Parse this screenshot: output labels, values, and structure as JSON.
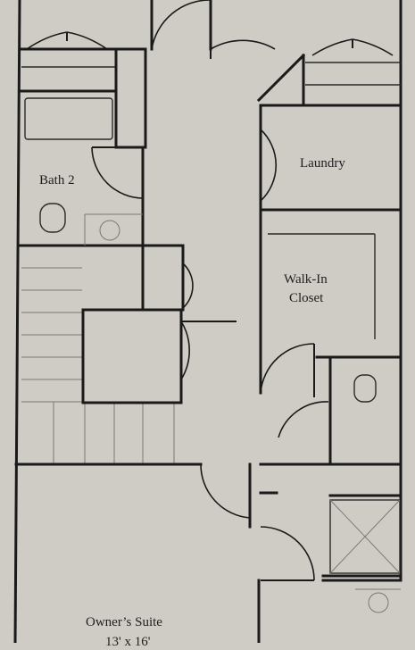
{
  "plan": {
    "background": "#cfccc6",
    "line_color": "#1a1a1a",
    "rooms": {
      "bath2": "Bath 2",
      "laundry": "Laundry",
      "walkin_line1": "Walk-In",
      "walkin_line2": "Closet",
      "owners_suite": "Owner’s Suite",
      "owners_suite_dims": "13' x 16'"
    }
  }
}
